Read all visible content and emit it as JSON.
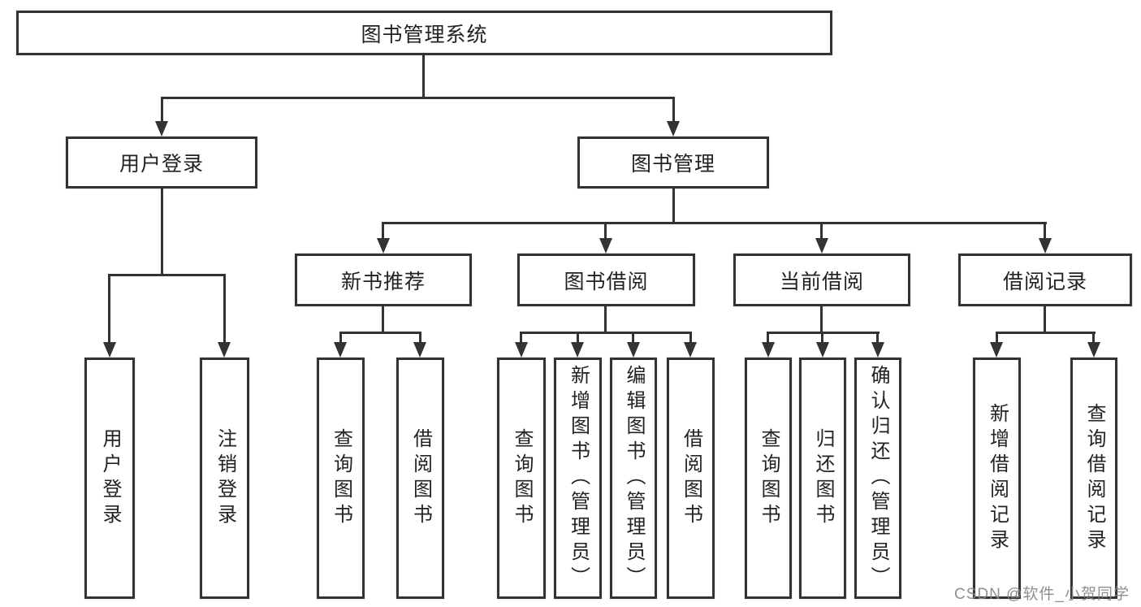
{
  "tree": {
    "root": {
      "label": "图书管理系统"
    },
    "login": {
      "label": "用户登录",
      "children": [
        {
          "label": "用户登录"
        },
        {
          "label": "注销登录"
        }
      ]
    },
    "management": {
      "label": "图书管理",
      "groups": [
        {
          "label": "新书推荐",
          "children": [
            {
              "label": "查询图书"
            },
            {
              "label": "借阅图书"
            }
          ]
        },
        {
          "label": "图书借阅",
          "children": [
            {
              "label": "查询图书"
            },
            {
              "label": "新增图书（管理员）"
            },
            {
              "label": "编辑图书（管理员）"
            },
            {
              "label": "借阅图书"
            }
          ]
        },
        {
          "label": "当前借阅",
          "children": [
            {
              "label": "查询图书"
            },
            {
              "label": "归还图书"
            },
            {
              "label": "确认归还（管理员）"
            }
          ]
        },
        {
          "label": "借阅记录",
          "children": [
            {
              "label": "新增借阅记录"
            },
            {
              "label": "查询借阅记录"
            }
          ]
        }
      ]
    }
  },
  "watermark": {
    "text": "CSDN @软件_小贺同学"
  },
  "colors": {
    "line": "#333333",
    "box_border": "#333333",
    "box_fill": "#ffffff",
    "text": "#222222",
    "watermark": "#868686",
    "background": "#ffffff"
  }
}
